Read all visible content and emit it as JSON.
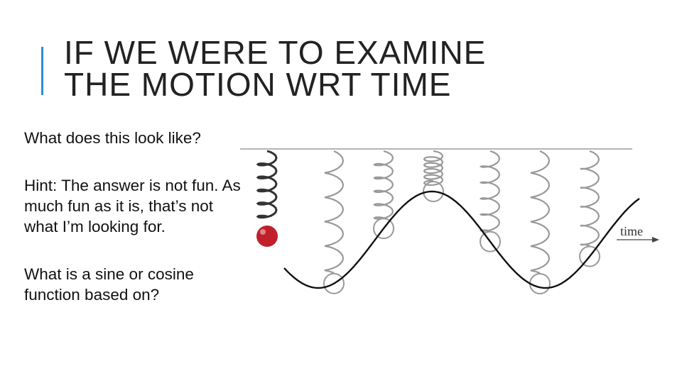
{
  "slide": {
    "title_lines": [
      "IF WE WERE TO EXAMINE",
      "THE MOTION WRT TIME"
    ],
    "paragraphs": [
      "What does this look like?",
      "Hint:  The answer is not fun.  As much fun as it is, that’s not what I’m looking for.",
      "What is a sine or cosine function based on?"
    ],
    "accent_color": "#2e8fd6"
  },
  "figure": {
    "axis_label": "time",
    "ball_color": "#c0202a",
    "curve_color": "#111111",
    "spring_color": "#999999"
  }
}
